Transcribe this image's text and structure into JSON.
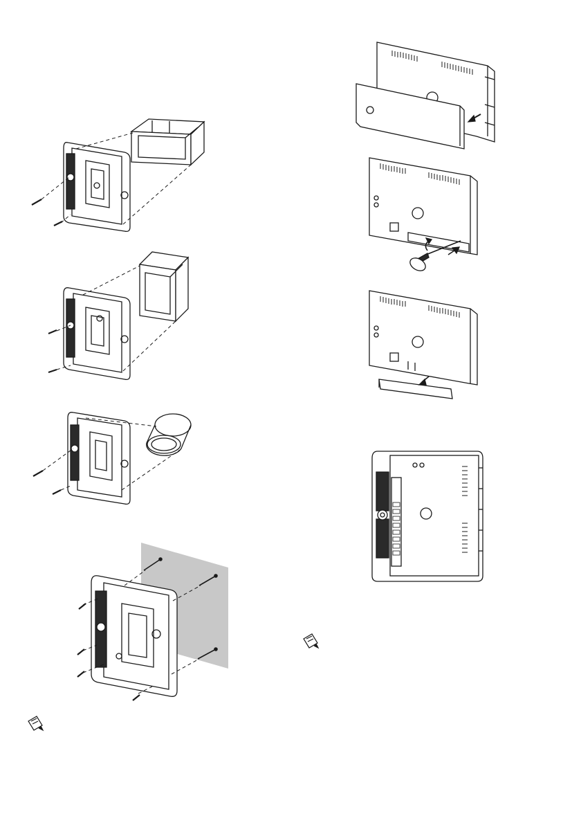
{
  "page": {
    "title": "",
    "figures": [
      {
        "id": "flush-box-rectangular-horizontal",
        "text": ""
      },
      {
        "id": "flush-box-rectangular-vertical",
        "text": ""
      },
      {
        "id": "flush-box-round",
        "text": ""
      },
      {
        "id": "wall-mount-with-plugs",
        "text": ""
      },
      {
        "id": "remove-front-cover",
        "text": ""
      },
      {
        "id": "pry-terminal-cover",
        "text": ""
      },
      {
        "id": "terminal-cover-removed",
        "text": ""
      },
      {
        "id": "unit-on-wall-plate",
        "text": ""
      }
    ],
    "notes": [
      {
        "id": "note-left",
        "text": ""
      },
      {
        "id": "note-right",
        "text": ""
      }
    ]
  },
  "colors": {
    "line": "#1a1a1a",
    "wall": "#c8c8c8",
    "fill": "#ffffff",
    "dark": "#2a2a2a"
  },
  "icons": {
    "note": "notepad-pencil-icon",
    "arrow": "arrow-icon",
    "screw": "screw-icon"
  }
}
